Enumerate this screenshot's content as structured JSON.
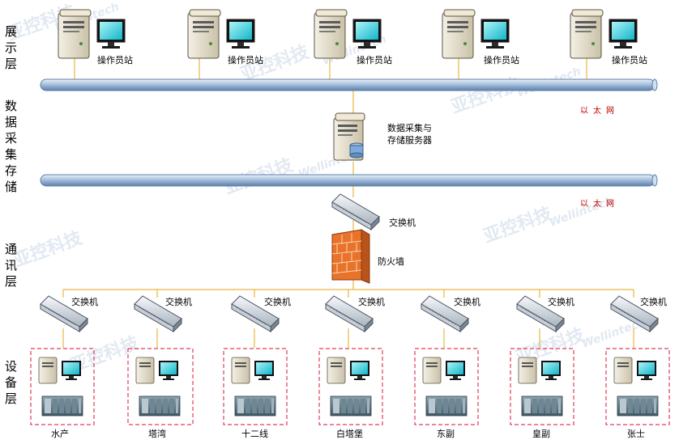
{
  "layers": {
    "display": [
      "展",
      "示",
      "层"
    ],
    "data": [
      "数",
      "据",
      "采",
      "集",
      "存",
      "储"
    ],
    "comm": [
      "通",
      "讯",
      "层"
    ],
    "device": [
      "设",
      "备",
      "层"
    ]
  },
  "workstations": [
    "操作员站",
    "操作员站",
    "操作员站",
    "操作员站",
    "操作员站"
  ],
  "ethernet": [
    "以太网",
    "以太网"
  ],
  "server": {
    "line1": "数据采集与",
    "line2": "存储服务器"
  },
  "core_switch": "交换机",
  "firewall": "防火墙",
  "site_switch_label": "交换机",
  "sites": [
    "水产",
    "塔湾",
    "十二线",
    "白塔堡",
    "东副",
    "皇副",
    "张士"
  ],
  "watermark": {
    "cn": "亚控科技",
    "en": "Wellintech"
  },
  "colors": {
    "line": "#e8b840",
    "pipe": "#9ab6d6",
    "dash": "#e03c5a",
    "firewall": "#e8732a",
    "monitor": "#25c8d8"
  }
}
